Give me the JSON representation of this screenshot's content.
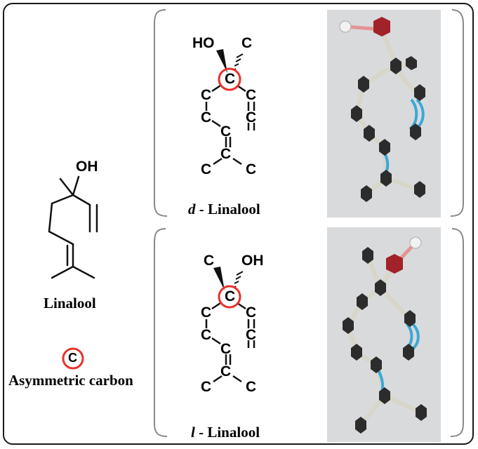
{
  "left": {
    "oh_label": "OH",
    "molecule_name": "Linalool",
    "legend_symbol": "C",
    "legend_text": "Asymmetric carbon"
  },
  "top_panel": {
    "prefix": "d",
    "suffix": " - Linalool",
    "ho": "HO",
    "c": "C"
  },
  "bottom_panel": {
    "prefix": "l",
    "suffix": " - Linalool",
    "oh": "OH",
    "c": "C"
  },
  "colors": {
    "asymmetric_ring": "#e8322b",
    "bond_blue": "#3aa8d8",
    "oxygen_red": "#a2222a",
    "photo_bg": "#d9dadc"
  }
}
